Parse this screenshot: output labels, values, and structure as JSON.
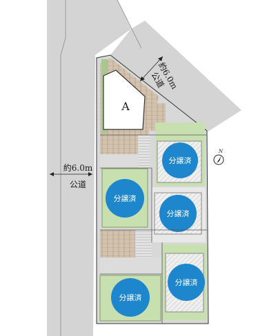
{
  "roads": {
    "west": {
      "width_label": "約6.0m",
      "name": "公道"
    },
    "northeast": {
      "width_label": "約6.0m",
      "name": "公道"
    }
  },
  "lots": {
    "lot_a": {
      "label": "A",
      "status": "available"
    },
    "sold_label": "分譲済",
    "sold_count": 5
  },
  "compass": {
    "label": "N"
  },
  "colors": {
    "road": "#d4d4d4",
    "lawn": "#c8e0b0",
    "sold_badge": "#1e86cc",
    "hatch_building": "#e4e4e4",
    "paving": "#c9b8a4",
    "parking": "#dcdcdc",
    "boundary": "#333333"
  }
}
